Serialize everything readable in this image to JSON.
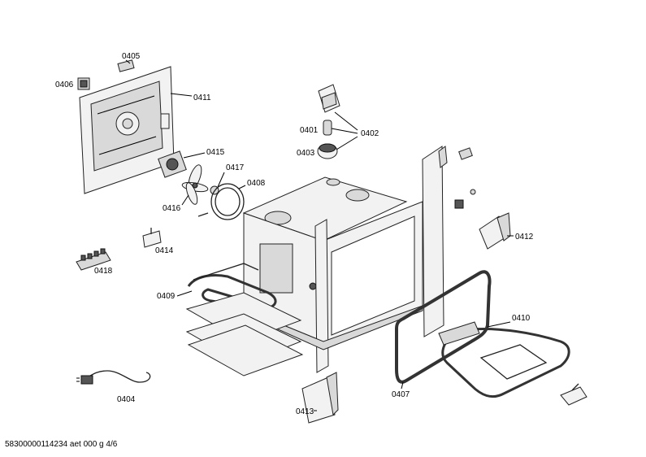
{
  "labels": {
    "p0405": "0405",
    "p0406": "0406",
    "p0411": "0411",
    "p0415": "0415",
    "p0417": "0417",
    "p0408": "0408",
    "p0416": "0416",
    "p0414": "0414",
    "p0418": "0418",
    "p0409": "0409",
    "p0404": "0404",
    "p0401": "0401",
    "p0402": "0402",
    "p0403": "0403",
    "p0412": "0412",
    "p0410": "0410",
    "p0407": "0407",
    "p0413": "0413"
  },
  "footer": "58300000114234 aet 000 g 4/6"
}
